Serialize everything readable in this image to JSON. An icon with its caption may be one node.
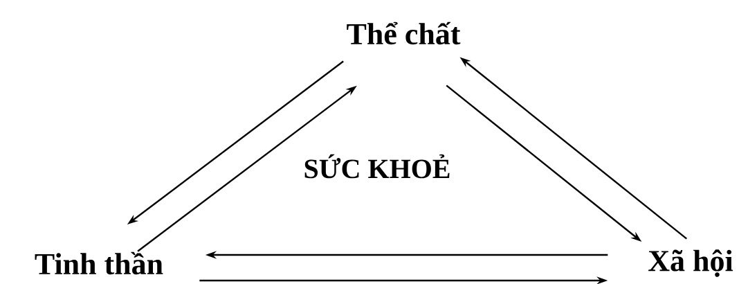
{
  "diagram": {
    "nodes": [
      {
        "text": [
          "Thể chất"
        ]
      },
      {
        "text": [
          "Tinh thần"
        ]
      },
      {
        "text": [
          "Xã hội"
        ]
      }
    ],
    "edges": [
      {
        "from": 0,
        "to": 1,
        "arrow": "to"
      },
      {
        "from": 1,
        "to": 0,
        "arrow": "to"
      },
      {
        "from": 0,
        "to": 2,
        "arrow": "to"
      },
      {
        "from": 2,
        "to": 0,
        "arrow": "to"
      },
      {
        "from": 2,
        "to": 1,
        "arrow": "to"
      },
      {
        "from": 1,
        "to": 2,
        "arrow": "to"
      }
    ],
    "labels": [
      "SỨC KHOẺ"
    ]
  }
}
